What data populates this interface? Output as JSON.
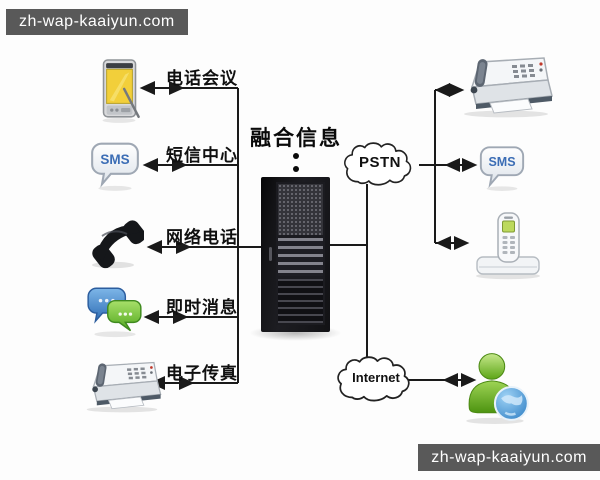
{
  "watermarks": {
    "top_left": "zh-wap-kaaiyun.com",
    "bottom_right": "zh-wap-kaaiyun.com"
  },
  "center": {
    "title": "融合信息",
    "server_icon": "server-rack"
  },
  "left_branches": [
    {
      "label": "电话会议",
      "icon": "pda-phone-icon"
    },
    {
      "label": "短信中心",
      "icon": "sms-bubble-icon",
      "icon_text": "SMS"
    },
    {
      "label": "网络电话",
      "icon": "phone-handset-icon"
    },
    {
      "label": "即时消息",
      "icon": "chat-bubbles-icon"
    },
    {
      "label": "电子传真",
      "icon": "fax-machine-icon"
    }
  ],
  "networks": [
    {
      "label": "PSTN",
      "icon": "cloud"
    },
    {
      "label": "Internet",
      "icon": "cloud"
    }
  ],
  "right_devices": [
    {
      "icon": "fax-machine-icon",
      "via": "PSTN"
    },
    {
      "icon": "sms-bubble-icon",
      "icon_text": "SMS",
      "via": "PSTN"
    },
    {
      "icon": "cordless-phone-icon",
      "via": "PSTN"
    },
    {
      "icon": "im-user-globe-icon",
      "via": "Internet"
    }
  ],
  "connections": [
    "server <-> 电话会议",
    "server <-> 短信中心",
    "server <-> 网络电话",
    "server <-> 即时消息",
    "server <-> 电子传真",
    "server - PSTN",
    "PSTN <-> fax",
    "PSTN <-> SMS",
    "PSTN <-> cordless-phone",
    "server - Internet",
    "Internet <-> im-user"
  ],
  "colors": {
    "line": "#1a1a1a",
    "watermark_bg": "#595959",
    "watermark_text": "#ffffff",
    "sms_text": "#3b6db5",
    "pda_screen": "#f2cf3a",
    "bubble_blue": "#2e6cb4",
    "bubble_green": "#52a81e",
    "im_user_green": "#6cb52b",
    "globe_blue": "#3d8fd1"
  }
}
